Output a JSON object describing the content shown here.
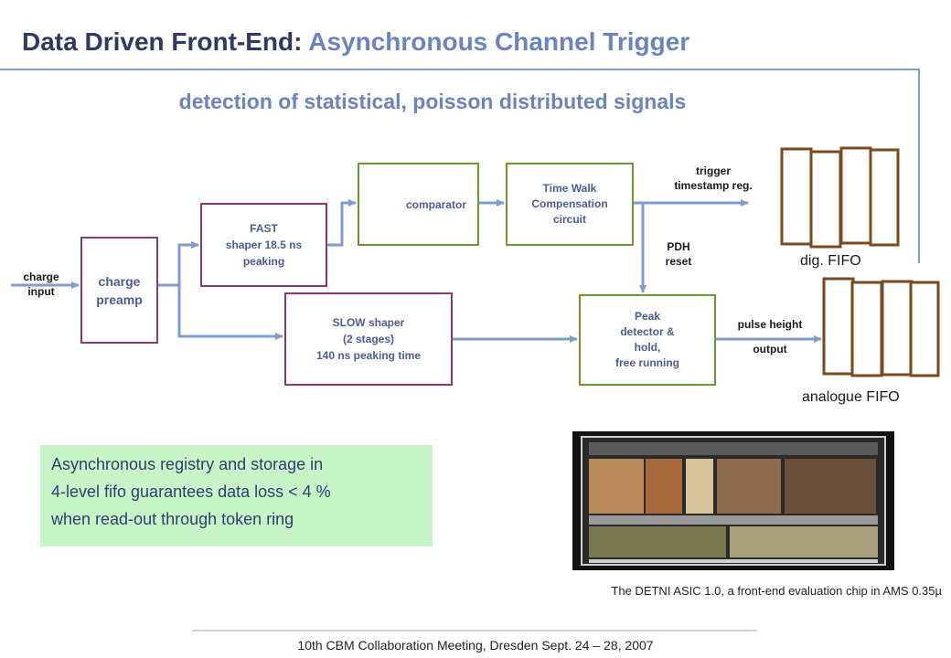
{
  "title": {
    "part1": "Data Driven Front-End:",
    "part2": "Asynchronous Channel Trigger"
  },
  "subtitle": "detection of statistical, poisson distributed signals",
  "blocks": {
    "charge_preamp": [
      "charge",
      "preamp"
    ],
    "fast_shaper": [
      "FAST",
      "shaper 18.5 ns",
      "peaking"
    ],
    "slow_shaper": [
      "SLOW shaper",
      "(2 stages)",
      "140 ns peaking time"
    ],
    "comparator": "comparator",
    "time_walk": [
      "Time Walk",
      "Compensation",
      "circuit"
    ],
    "peak_detector": [
      "Peak",
      "detector &",
      "hold,",
      "free running"
    ]
  },
  "labels": {
    "charge_input": [
      "charge",
      "input"
    ],
    "trigger": [
      "trigger",
      "timestamp reg."
    ],
    "pdh_reset": [
      "PDH",
      "reset"
    ],
    "pulse_height": "pulse height",
    "output": "output",
    "dig_fifo": "dig. FIFO",
    "analogue_fifo": "analogue FIFO"
  },
  "note": [
    "Asynchronous registry and storage in",
    "4-level fifo guarantees data loss < 4 %",
    "when read-out through token ring"
  ],
  "caption": "The DETNI ASIC 1.0, a front-end evaluation chip in AMS 0.35µ",
  "footer": "10th CBM Collaboration Meeting, Dresden Sept. 24 – 28, 2007",
  "colors": {
    "title_dark": "#2e3a62",
    "title_accent": "#6a84c0",
    "purple_border": "#8a3a6c",
    "green_border": "#6b9a2e",
    "arrow": "#7f9bd0",
    "fifo": "#7a4a1c",
    "note_bg": "#c8f5c8"
  }
}
